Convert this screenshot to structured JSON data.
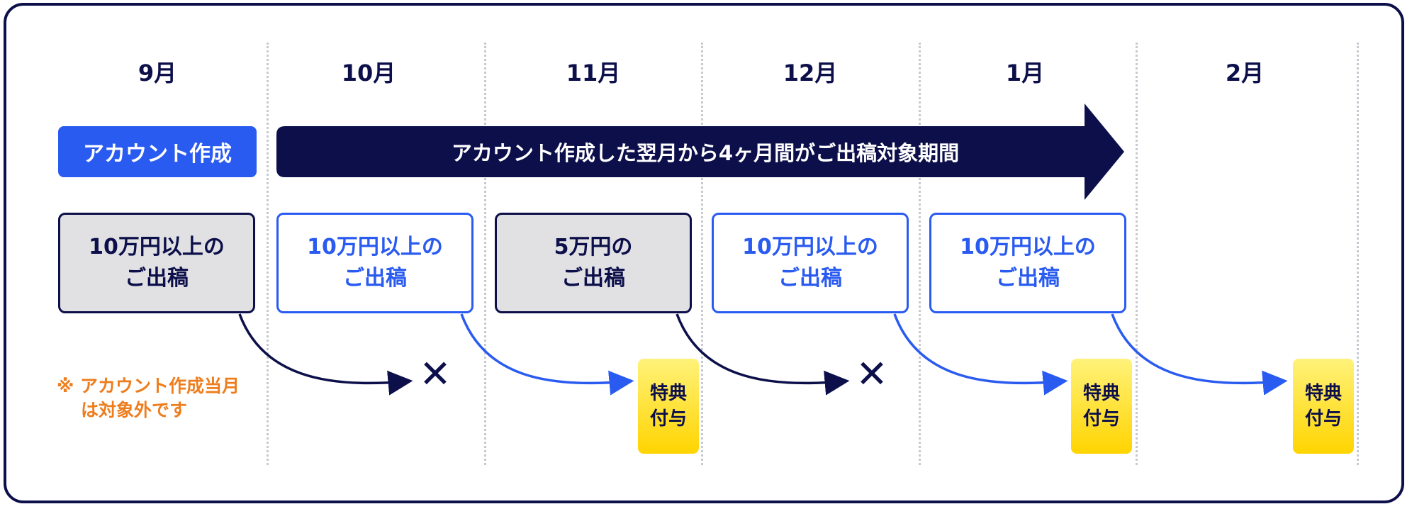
{
  "months": [
    "9月",
    "10月",
    "11月",
    "12月",
    "1月",
    "2月"
  ],
  "account_label": "アカウント作成",
  "period_label": "アカウント作成した翌月から4ヶ月間がご出稿対象期間",
  "boxes": [
    {
      "line1": "10万円以上の",
      "line2": "ご出稿",
      "style": "gray"
    },
    {
      "line1": "10万円以上の",
      "line2": "ご出稿",
      "style": "blue"
    },
    {
      "line1": "5万円の",
      "line2": "ご出稿",
      "style": "gray"
    },
    {
      "line1": "10万円以上の",
      "line2": "ご出稿",
      "style": "blue"
    },
    {
      "line1": "10万円以上の",
      "line2": "ご出稿",
      "style": "blue"
    }
  ],
  "cross_symbol": "✕",
  "bonus": {
    "line1": "特典",
    "line2": "付与"
  },
  "note": {
    "line1": "※ アカウント作成当月",
    "line2": "は対象外です"
  },
  "colors": {
    "navy": "#0c0f4a",
    "blue": "#2a5bf0",
    "orange": "#ee7d1d",
    "yellow": "#ffd400",
    "gray_fill": "#e1e1e3"
  }
}
